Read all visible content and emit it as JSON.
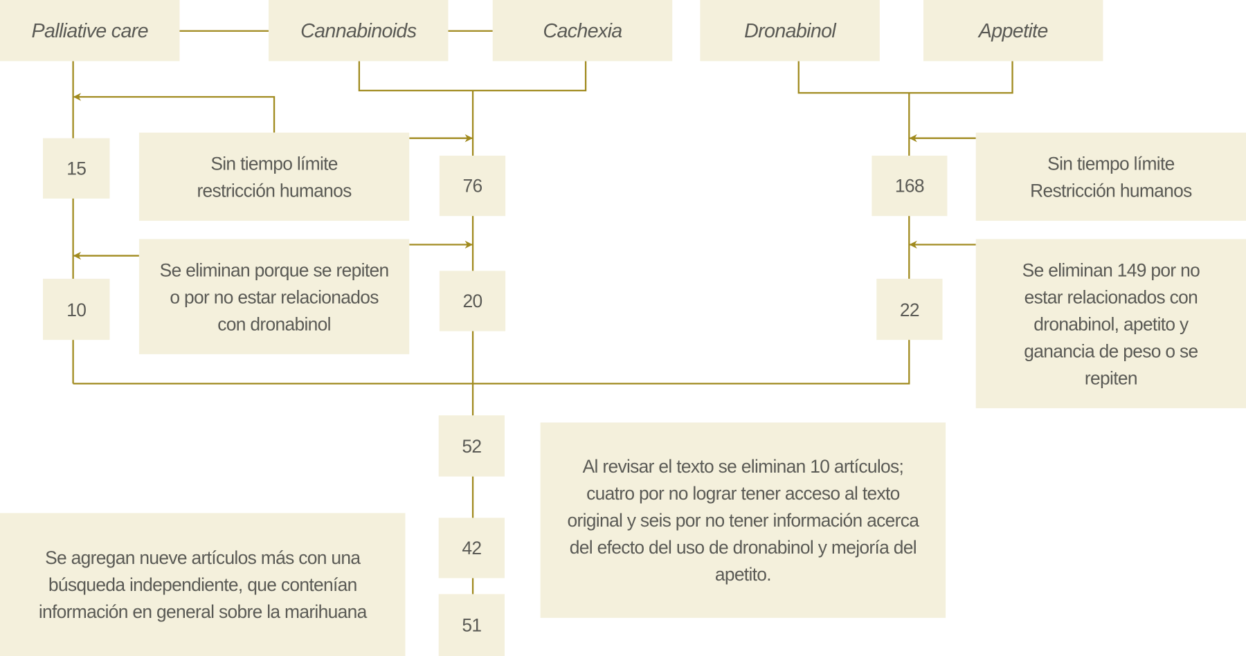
{
  "colors": {
    "box_fill": "#f4f0dc",
    "line": "#a08a1e",
    "text": "#5a5a55"
  },
  "keywords": [
    "Palliative care",
    "Cannabinoids",
    "Cachexia",
    "Dronabinol",
    "Appetite"
  ],
  "counts": {
    "palliative_initial": "15",
    "palliative_final": "10",
    "cannabinoids_initial": "76",
    "cannabinoids_final": "20",
    "dronabinol_initial": "168",
    "dronabinol_final": "22",
    "combined": "52",
    "after_review": "42",
    "final": "51"
  },
  "notes": {
    "left_limit": "Sin tiempo límite restricción humanos",
    "left_remove": "Se eliminan porque se repiten o por no estar relacionados con dronabinol",
    "right_limit": "Sin tiempo límite Restricción humanos",
    "right_remove": "Se eliminan 149 por no estar relacionados con dronabinol, apetito y ganancia de peso o se repiten",
    "review": "Al revisar el texto se eliminan 10 artículos; cuatro por no lograr tener acceso al texto original y seis por no tener información acerca del efecto del uso de dronabinol y mejoría del apetito.",
    "added": "Se agregan nueve artículos más con una búsqueda independiente, que contenían información en general sobre la marihuana"
  }
}
